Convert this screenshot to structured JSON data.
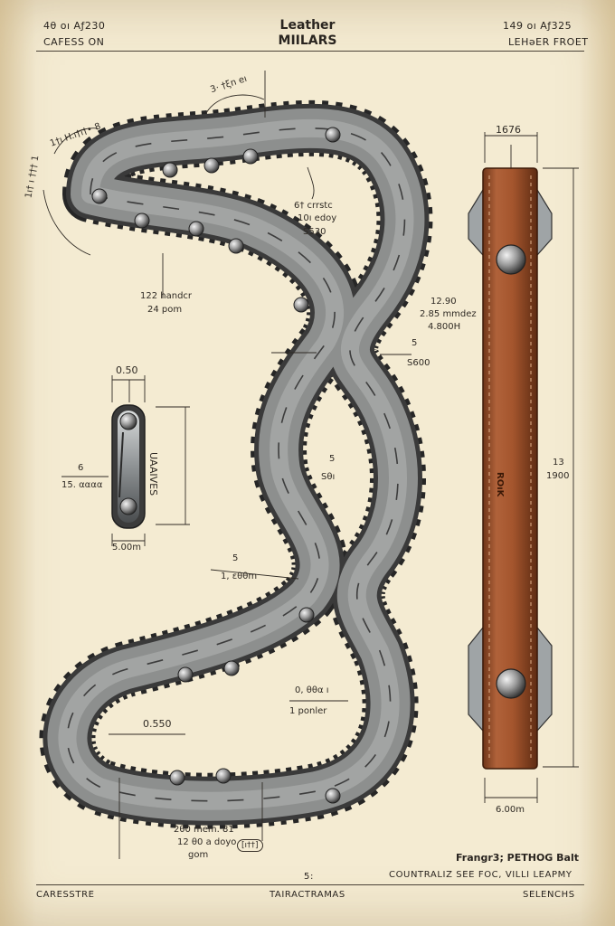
{
  "header": {
    "title_line1": "Leather",
    "title_line2": "MIILARS",
    "top_left_code": "4θ oı Aƒ230",
    "top_left_sub": "CAFESS ON",
    "top_right_code": "149 oı Aƒ325",
    "top_right_sub": "LEHəER FROET"
  },
  "chain_labels": {
    "top_arc_label": "3· †ξn eı",
    "left_arc_label": "1†ı H.ı†ı†• 8",
    "left_vertical_label": "1ı† ı ††† 1",
    "inner_note_1": "6† crrstc",
    "inner_note_2": "10ı edoy",
    "inner_note_3": "S530",
    "left_note_1": "122 handcr",
    "left_note_2": "24 pom",
    "mid_right_1": "5",
    "mid_right_2": "S600",
    "center_1": "5",
    "center_2": "Sθı",
    "lower_1": "5",
    "lower_2": "1, εθθm",
    "lower_right_1": "0, θθα ı",
    "lower_right_2": "1 ponler",
    "bottom_dim": "0.550",
    "bottom_note_1": "2θ0 mem. 81",
    "bottom_note_2": "12 θ0 a doyo",
    "bottom_note_3": "gom",
    "bottom_badge": "[ı††]"
  },
  "link_detail": {
    "top_dim": "0.50",
    "side_label": "UAAIVES",
    "left_num": "6",
    "left_sub": "15. αααα",
    "bottom_dim": "5.00m"
  },
  "strap": {
    "top_dim": "1676",
    "left_1": "12.90",
    "left_2": "2.85 mmdez",
    "left_3": "4.800H",
    "strap_text": "ROıK",
    "right_1": "13",
    "right_2": "1900",
    "bottom_dim": "6.00m"
  },
  "footer": {
    "product": "Frangr3; PETHOG Balt",
    "note": "COUNTRALIZ SEE FOC, VILLI LEAPMY",
    "page": "5:",
    "left": "CARESSTRE",
    "center": "TAIRACTRAMAS",
    "right": "SELENCHS"
  },
  "colors": {
    "paper": "#f4ebd2",
    "ink": "#2a2520",
    "chain_body": "#8a8b88",
    "chain_dark": "#3c3c3c",
    "leather": "#a4552d",
    "leather_dark": "#6e3518",
    "metal": "#9aa0a3"
  }
}
